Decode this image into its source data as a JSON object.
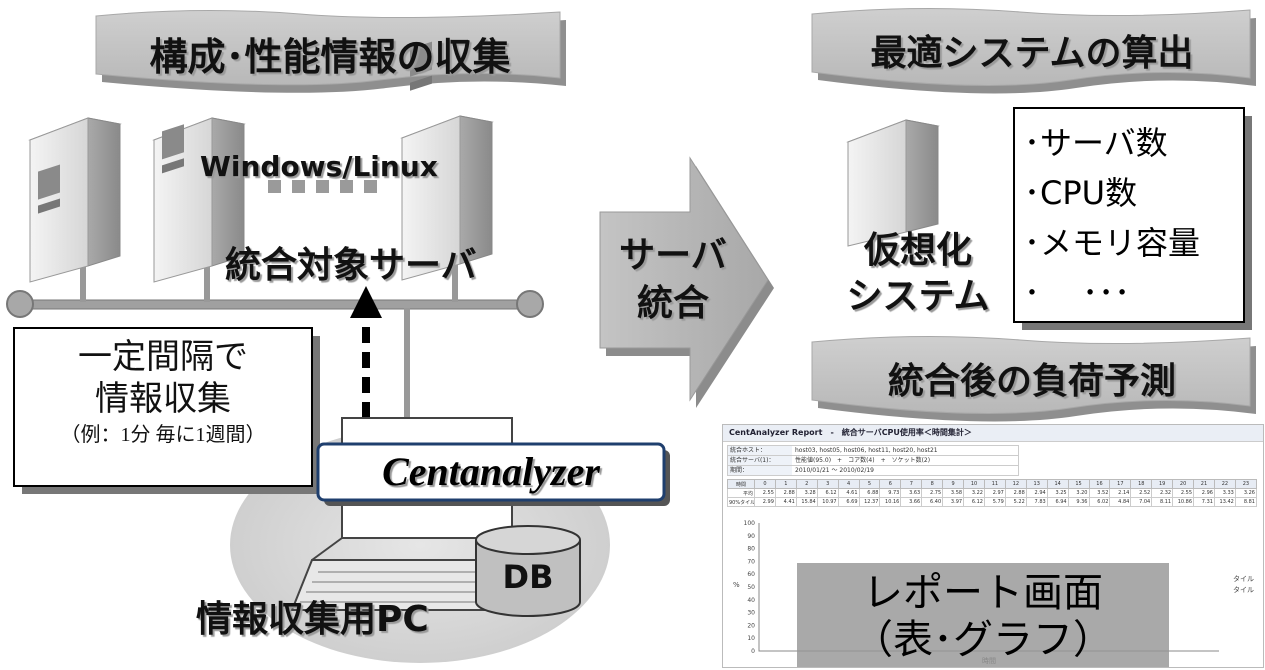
{
  "banners": {
    "collect": "構成･性能情報の収集",
    "optimal": "最適システムの算出",
    "forecast": "統合後の負荷予測"
  },
  "servers": {
    "os_label": "Windows/Linux",
    "target_label": "統合対象サーバ"
  },
  "collection_box": {
    "line1": "一定間隔で",
    "line2": "情報収集",
    "note": "（例：1分 毎に1週間）"
  },
  "pc": {
    "app_name": "Centanalyzer",
    "db_label": "DB",
    "caption": "情報収集用PC"
  },
  "arrow": {
    "line1": "サーバ",
    "line2": "統合"
  },
  "virtual": {
    "line1": "仮想化",
    "line2": "システム"
  },
  "results": {
    "items": [
      "･サーバ数",
      "･CPU数",
      "･メモリ容量",
      "･　 ･･･"
    ]
  },
  "report": {
    "header": "CentAnalyzer Report　-　統合サーバCPU使用率＜時間集計＞",
    "meta_labels": [
      "統合ホスト：",
      "統合サーバ(1)：",
      "期間："
    ],
    "meta_values": [
      "host03, host05, host06, host11, host20, host21",
      "性能値(95.0)　+　コア数(4)　+　ソケット数(2)",
      "2010/01/21 ～ 2010/02/19"
    ],
    "col_header": [
      "時間",
      "0",
      "1",
      "2",
      "3",
      "4",
      "5",
      "6",
      "7",
      "8",
      "9",
      "10",
      "11",
      "12",
      "13",
      "14",
      "15",
      "16",
      "17",
      "18",
      "19",
      "20",
      "21",
      "22",
      "23"
    ],
    "rows": [
      [
        "平均",
        "2.55",
        "2.88",
        "3.28",
        "6.12",
        "4.61",
        "6.88",
        "9.73",
        "3.63",
        "2.75",
        "3.58",
        "3.22",
        "2.97",
        "2.88",
        "2.94",
        "3.25",
        "3.20",
        "3.52",
        "2.14",
        "2.52",
        "2.32",
        "2.55",
        "2.96",
        "3.33",
        "3.26"
      ],
      [
        "90%タイル",
        "2.99",
        "4.41",
        "15.84",
        "10.97",
        "6.69",
        "12.37",
        "10.16",
        "3.66",
        "6.40",
        "3.97",
        "6.12",
        "5.79",
        "5.22",
        "7.83",
        "6.94",
        "9.36",
        "6.02",
        "4.84",
        "7.04",
        "8.11",
        "10.86",
        "7.31",
        "13.42",
        "8.81"
      ]
    ],
    "y_ticks": [
      "100",
      "90",
      "80",
      "70",
      "60",
      "50",
      "40",
      "30",
      "20",
      "10",
      "0"
    ],
    "y_label": "%",
    "x_label": "時間",
    "legend": [
      "タイル",
      "タイル"
    ],
    "overlay_line1": "レポート画面",
    "overlay_line2": "（表･グラフ）"
  }
}
